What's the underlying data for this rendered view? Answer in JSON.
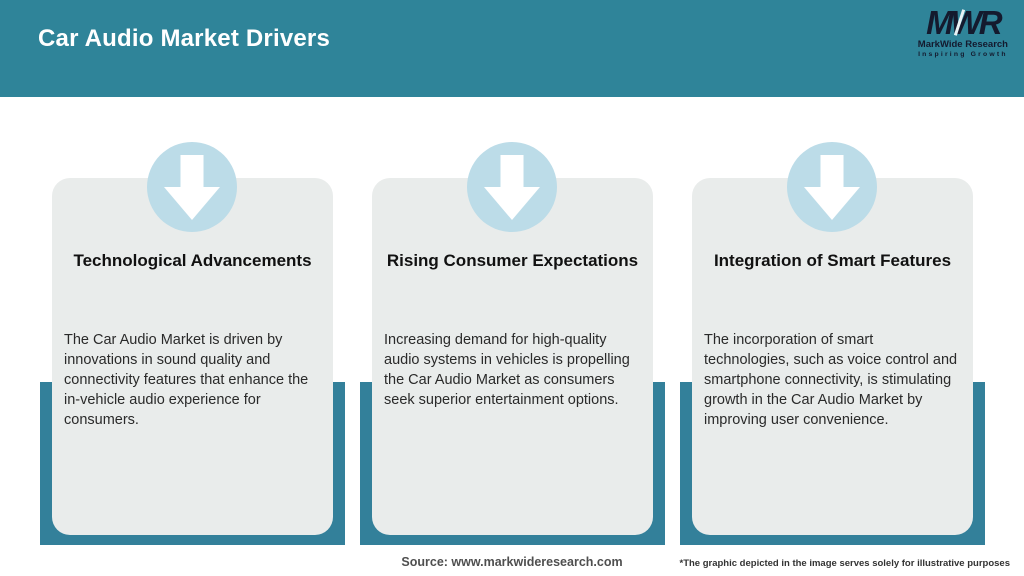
{
  "header": {
    "title": "Car Audio Market Drivers",
    "logo": {
      "acronym": "MWR",
      "company": "MarkWide Research",
      "tagline": "Inspiring Growth"
    }
  },
  "cards": [
    {
      "icon": "down-arrow",
      "title": "Technological Advancements",
      "description": "The Car Audio Market is driven by innovations in sound quality and connectivity features that enhance the in-vehicle audio experience for consumers."
    },
    {
      "icon": "down-arrow",
      "title": "Rising Consumer Expectations",
      "description": "Increasing demand for high-quality audio systems in vehicles is propelling the Car Audio Market as consumers seek superior entertainment options."
    },
    {
      "icon": "down-arrow",
      "title": "Integration of Smart Features",
      "description": "The incorporation of smart technologies, such as voice control and smartphone connectivity, is stimulating growth in the Car Audio Market by improving user convenience."
    }
  ],
  "footer": {
    "source": "Source: www.markwideresearch.com",
    "disclaimer": "*The graphic depicted in the image serves solely for illustrative purposes"
  },
  "colors": {
    "header_teal": "#2f8499",
    "bar_teal": "#33809a",
    "card_bg": "#e9eceb",
    "circle_blue": "#bcdce8",
    "arrow_white": "#ffffff",
    "logo_ink": "#141a2e"
  }
}
